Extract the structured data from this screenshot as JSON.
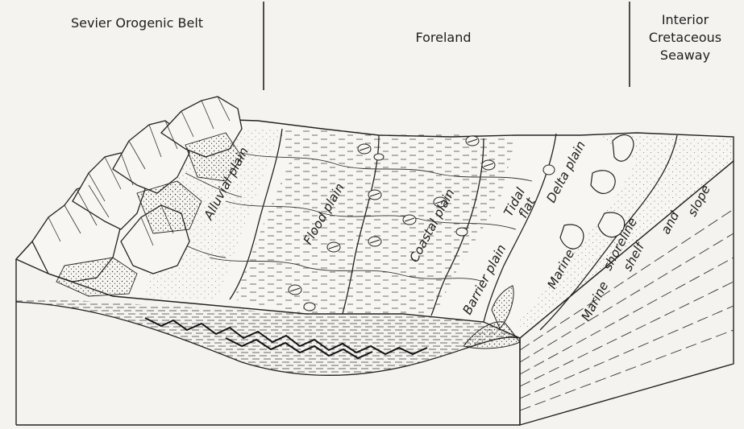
{
  "headers": {
    "sevier": "Sevier Orogenic Belt",
    "foreland": "Foreland",
    "interior": [
      "Interior",
      "Cretaceous",
      "Seaway"
    ]
  },
  "zones": {
    "alluvial": "Alluvial plain",
    "flood": "Flood plain",
    "coastal": "Coastal plain",
    "barrier": "Barrier plain",
    "tidal": "Tidal",
    "flat": "flat",
    "delta": "Delta plain",
    "marine": "Marine",
    "shoreline": "shoreline",
    "marine_shelf": "Marine",
    "shelf": "shelf",
    "and": "and",
    "slope": "slope"
  }
}
